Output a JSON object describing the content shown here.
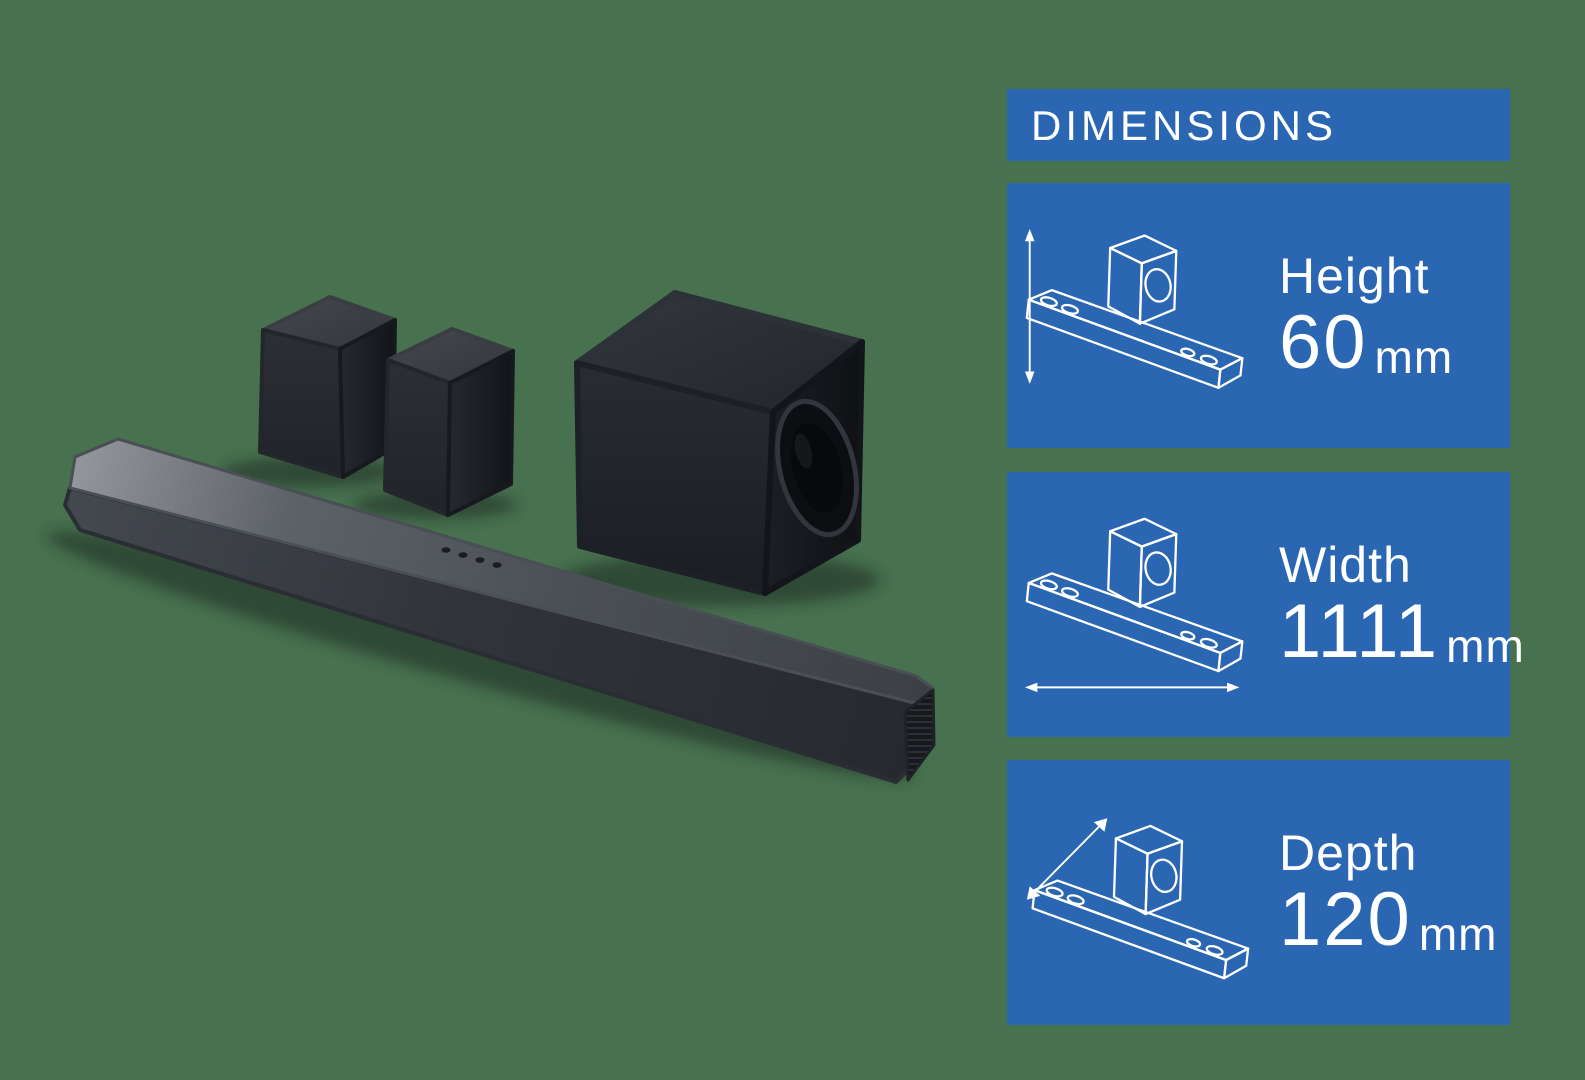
{
  "colors": {
    "background_green": "#48714f",
    "panel_blue": "#2a66b2",
    "text_white": "#ffffff",
    "product_dark": "#24272c"
  },
  "product_image": {
    "name": "soundbar-home-theater-set",
    "components": [
      "soundbar",
      "subwoofer",
      "rear-speaker-left",
      "rear-speaker-right"
    ]
  },
  "panel": {
    "header": {
      "title": "DIMENSIONS"
    },
    "cards": [
      {
        "id": "height",
        "icon": "soundbar-subwoofer-height-arrow-icon",
        "label": "Height",
        "value": "60",
        "unit": "mm"
      },
      {
        "id": "width",
        "icon": "soundbar-subwoofer-width-arrow-icon",
        "label": "Width",
        "value": "1111",
        "unit": "mm"
      },
      {
        "id": "depth",
        "icon": "soundbar-subwoofer-depth-arrow-icon",
        "label": "Depth",
        "value": "120",
        "unit": "mm"
      }
    ]
  }
}
